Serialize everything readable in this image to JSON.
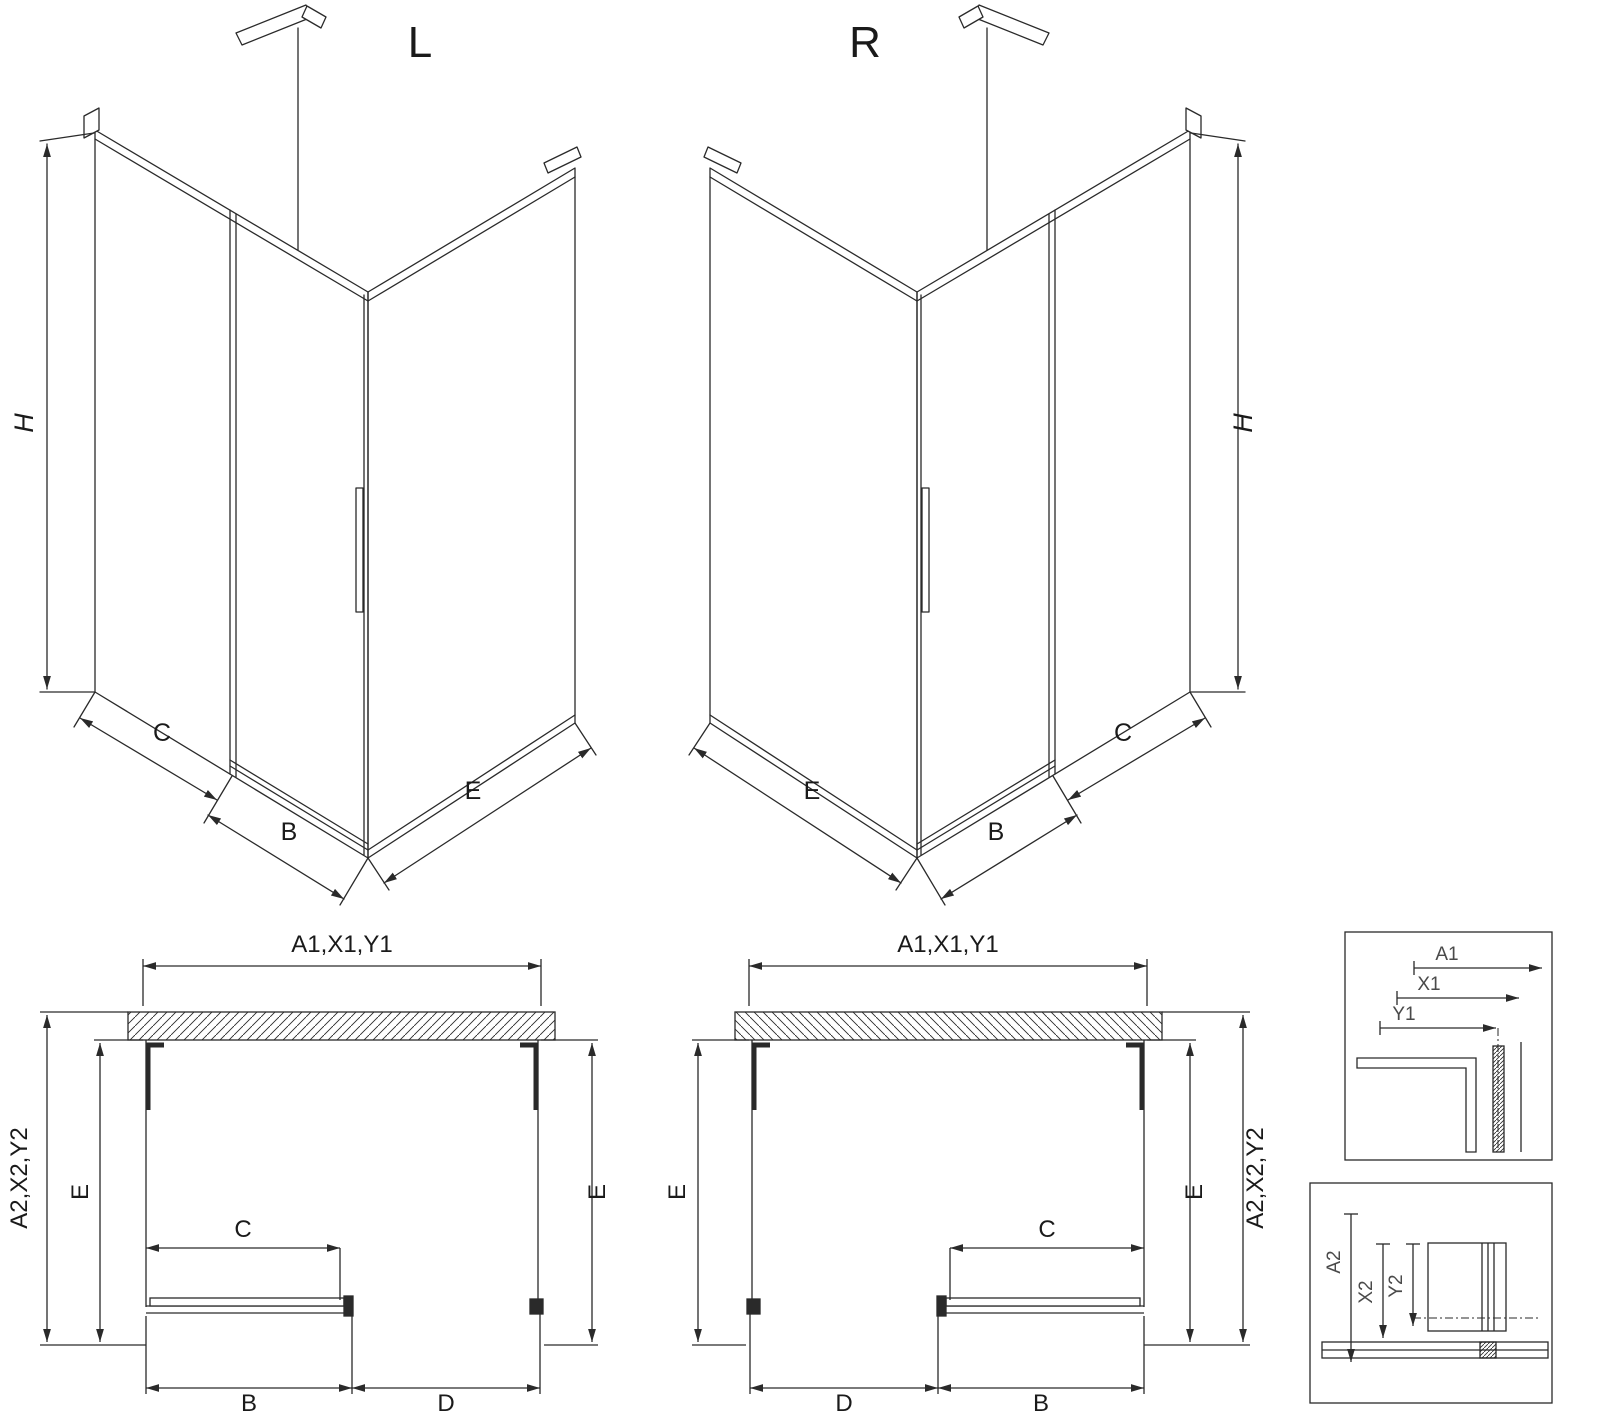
{
  "drawing": {
    "iso_left": {
      "title": "L",
      "dim_h": "H",
      "dim_c": "C",
      "dim_b": "B",
      "dim_e": "E"
    },
    "iso_right": {
      "title": "R",
      "dim_h": "H",
      "dim_c": "C",
      "dim_b": "B",
      "dim_e": "E"
    },
    "plan_left": {
      "dim_top": "A1,X1,Y1",
      "dim_side": "A2,X2,Y2",
      "dim_e_left": "E",
      "dim_e_right": "E",
      "dim_c": "C",
      "dim_b": "B",
      "dim_d": "D"
    },
    "plan_right": {
      "dim_top": "A1,X1,Y1",
      "dim_side": "A2,X2,Y2",
      "dim_e_left": "E",
      "dim_e_right": "E",
      "dim_c": "C",
      "dim_b": "B",
      "dim_d": "D"
    },
    "detail_top": {
      "a1": "A1",
      "x1": "X1",
      "y1": "Y1"
    },
    "detail_bottom": {
      "a2": "A2",
      "x2": "X2",
      "y2": "Y2"
    }
  },
  "colors": {
    "line": "#2a2a2a",
    "label": "#1a1a1a",
    "label_gray": "#4a4a4a",
    "background": "#ffffff"
  }
}
